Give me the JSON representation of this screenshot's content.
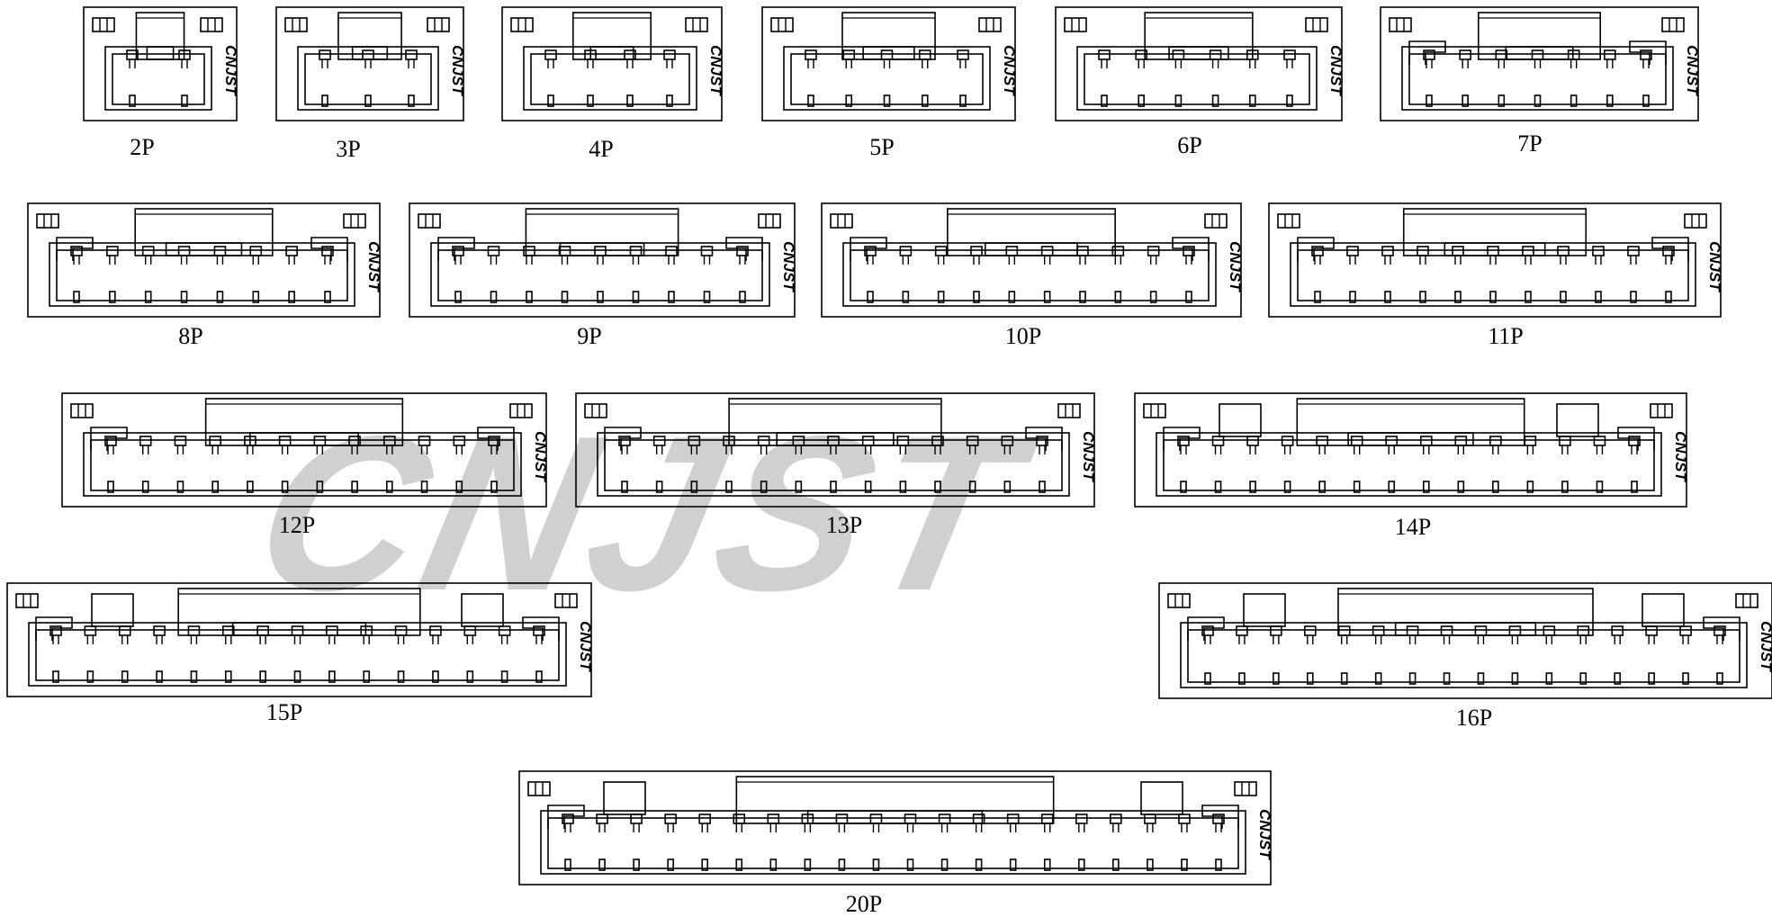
{
  "watermark": "CNJST",
  "brand_text": "CNJST",
  "colors": {
    "line": "#000000",
    "watermark": "#cfd0d2",
    "background": "#ffffff"
  },
  "connectors": [
    {
      "label": "2P",
      "pins": 2
    },
    {
      "label": "3P",
      "pins": 3
    },
    {
      "label": "4P",
      "pins": 4
    },
    {
      "label": "5P",
      "pins": 5
    },
    {
      "label": "6P",
      "pins": 6
    },
    {
      "label": "7P",
      "pins": 7
    },
    {
      "label": "8P",
      "pins": 8
    },
    {
      "label": "9P",
      "pins": 9
    },
    {
      "label": "10P",
      "pins": 10
    },
    {
      "label": "11P",
      "pins": 11
    },
    {
      "label": "12P",
      "pins": 12
    },
    {
      "label": "13P",
      "pins": 13
    },
    {
      "label": "14P",
      "pins": 14
    },
    {
      "label": "15P",
      "pins": 15
    },
    {
      "label": "16P",
      "pins": 16
    },
    {
      "label": "20P",
      "pins": 20
    }
  ]
}
